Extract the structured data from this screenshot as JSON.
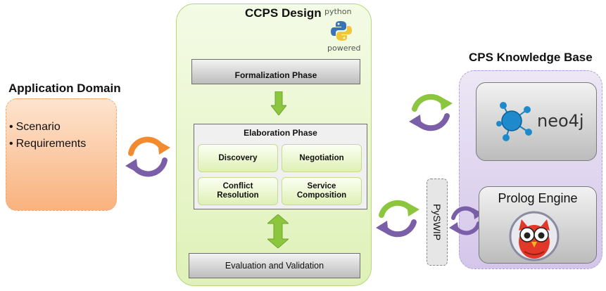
{
  "application_domain": {
    "title": "Application Domain",
    "items": [
      "Scenario",
      "Requirements"
    ]
  },
  "ccps_design": {
    "title": "CCPS Design",
    "logo": {
      "line1": "python",
      "line2": "powered"
    },
    "formalization": "Formalization Phase",
    "elaboration": {
      "title": "Elaboration Phase",
      "cells": [
        "Discovery",
        "Negotiation",
        "Conflict Resolution",
        "Service Composition"
      ]
    },
    "evaluation": "Evaluation and Validation"
  },
  "knowledge_base": {
    "title": "CPS Knowledge Base",
    "neo4j_label": "neo4j",
    "prolog_label": "Prolog Engine"
  },
  "bridge": {
    "label": "PySWIP"
  },
  "colors": {
    "orange": "#f28b30",
    "purple": "#7a5ea8",
    "green": "#8cc63f"
  }
}
